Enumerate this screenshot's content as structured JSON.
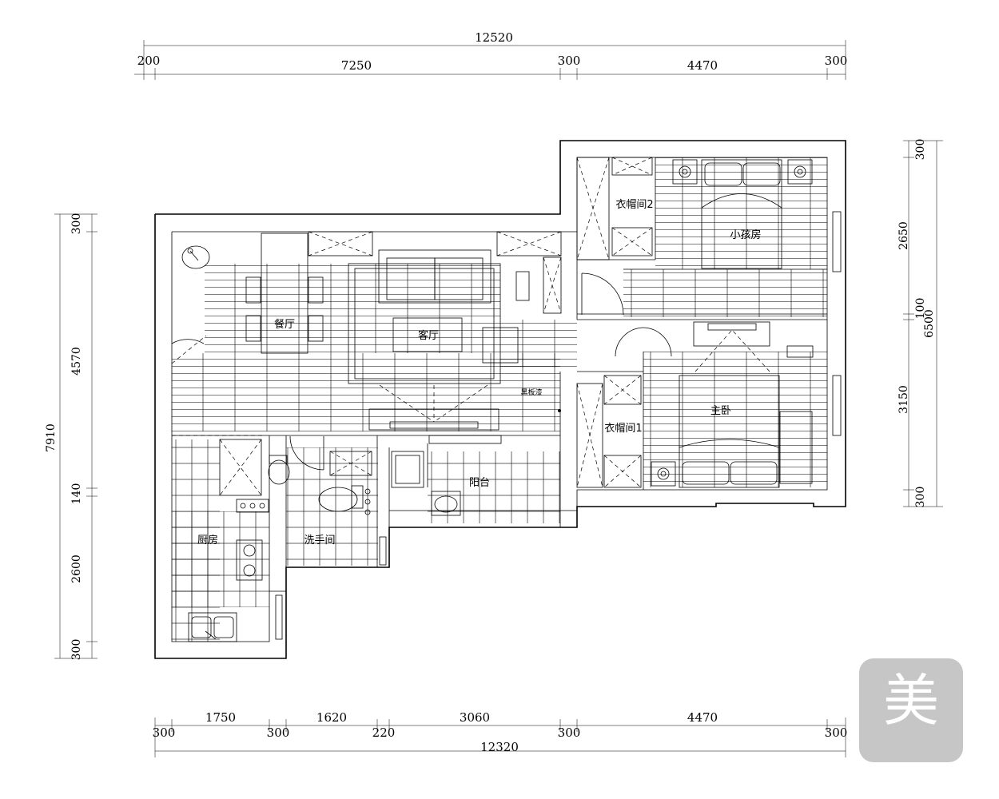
{
  "dimensions": {
    "top_total": "12520",
    "top_segments": [
      "200",
      "7250",
      "300",
      "4470",
      "300"
    ],
    "bottom_total": "12320",
    "bottom_segments_upper": [
      "1750",
      "1620",
      "3060",
      "4470"
    ],
    "bottom_segments_lower": [
      "300",
      "300",
      "220",
      "300",
      "300"
    ],
    "left_total": "7910",
    "left_segments": [
      "300",
      "4570",
      "140",
      "2600",
      "300"
    ],
    "right_total": "6500",
    "right_segments": [
      "300",
      "2650",
      "100",
      "3150",
      "300"
    ]
  },
  "rooms": {
    "dining": "餐厅",
    "living": "客厅",
    "child_room": "小孩房",
    "closet2": "衣帽间2",
    "closet1": "衣帽间1",
    "master": "主卧",
    "kitchen": "厨房",
    "washroom": "洗手间",
    "balcony": "阳台",
    "annotation": "黑板漆"
  },
  "logo": {
    "char": "美",
    "icon": "brand-logo-icon"
  }
}
